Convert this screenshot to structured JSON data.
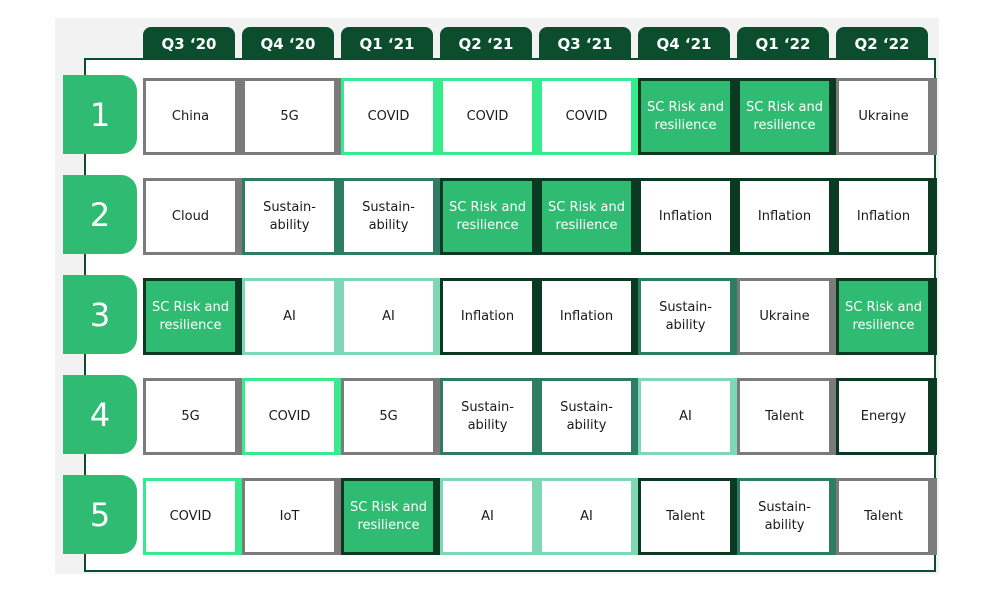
{
  "colors": {
    "tab_bg": "#0b4d2c",
    "rank_bg": "#2fbc72",
    "gray": "#7b7b7b",
    "teal": "#2e7d62",
    "mint": "#7fd7b5",
    "neon": "#37ea8c",
    "dark": "#0b3a22",
    "fill": "#2fbc72"
  },
  "quarters": [
    "Q3 ‘20",
    "Q4 ‘20",
    "Q1 ‘21",
    "Q2 ‘21",
    "Q3 ‘21",
    "Q4 ‘21",
    "Q1 ‘22",
    "Q2 ‘22"
  ],
  "ranks": [
    "1",
    "2",
    "3",
    "4",
    "5"
  ],
  "grid": [
    [
      {
        "label": "China",
        "style": "gray"
      },
      {
        "label": "5G",
        "style": "gray"
      },
      {
        "label": "COVID",
        "style": "neon"
      },
      {
        "label": "COVID",
        "style": "neon"
      },
      {
        "label": "COVID",
        "style": "neon"
      },
      {
        "label": "SC Risk and\nresilience",
        "style": "fill"
      },
      {
        "label": "SC Risk and\nresilience",
        "style": "fill"
      },
      {
        "label": "Ukraine",
        "style": "gray"
      }
    ],
    [
      {
        "label": "Cloud",
        "style": "gray"
      },
      {
        "label": "Sustain-\nability",
        "style": "teal"
      },
      {
        "label": "Sustain-\nability",
        "style": "teal"
      },
      {
        "label": "SC Risk and\nresilience",
        "style": "fill"
      },
      {
        "label": "SC Risk and\nresilience",
        "style": "fill"
      },
      {
        "label": "Inflation",
        "style": "dark"
      },
      {
        "label": "Inflation",
        "style": "dark"
      },
      {
        "label": "Inflation",
        "style": "dark"
      }
    ],
    [
      {
        "label": "SC Risk and\nresilience",
        "style": "fill"
      },
      {
        "label": "AI",
        "style": "mint"
      },
      {
        "label": "AI",
        "style": "mint"
      },
      {
        "label": "Inflation",
        "style": "dark"
      },
      {
        "label": "Inflation",
        "style": "dark"
      },
      {
        "label": "Sustain-\nability",
        "style": "teal"
      },
      {
        "label": "Ukraine",
        "style": "gray"
      },
      {
        "label": "SC Risk and\nresilience",
        "style": "fill"
      }
    ],
    [
      {
        "label": "5G",
        "style": "gray"
      },
      {
        "label": "COVID",
        "style": "neon"
      },
      {
        "label": "5G",
        "style": "gray"
      },
      {
        "label": "Sustain-\nability",
        "style": "teal"
      },
      {
        "label": "Sustain-\nability",
        "style": "teal"
      },
      {
        "label": "AI",
        "style": "mint"
      },
      {
        "label": "Talent",
        "style": "gray"
      },
      {
        "label": "Energy",
        "style": "dark"
      }
    ],
    [
      {
        "label": "COVID",
        "style": "neon"
      },
      {
        "label": "IoT",
        "style": "gray"
      },
      {
        "label": "SC Risk and\nresilience",
        "style": "fill"
      },
      {
        "label": "AI",
        "style": "mint"
      },
      {
        "label": "AI",
        "style": "mint"
      },
      {
        "label": "Talent",
        "style": "dark"
      },
      {
        "label": "Sustain-\nability",
        "style": "teal"
      },
      {
        "label": "Talent",
        "style": "gray"
      }
    ]
  ]
}
